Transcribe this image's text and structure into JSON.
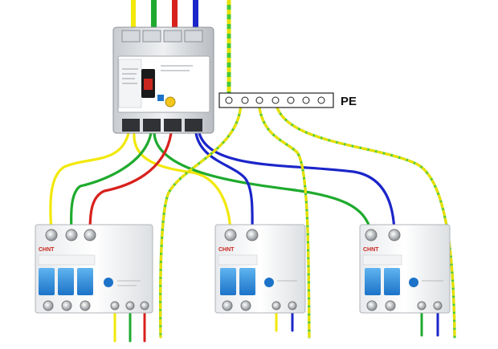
{
  "diagram": {
    "pe_bar_label": "PE",
    "brand_text": "CHNT",
    "wire_colors": {
      "yellow": "#f2e80a",
      "green": "#1faa2e",
      "red": "#d8211c",
      "blue": "#1b25c9",
      "pe_dash": "#e8e000",
      "pe_base": "#48c83a"
    },
    "main_breaker": {
      "name": "main-breaker",
      "poles": 4
    },
    "rcd_units": [
      {
        "name": "rcd-three-pole",
        "poles": 3,
        "neutral": false
      },
      {
        "name": "rcd-two-pole-middle",
        "poles": 2,
        "neutral": true
      },
      {
        "name": "rcd-two-pole-right",
        "poles": 2,
        "neutral": true
      }
    ],
    "pe_bar_terminals": 7
  }
}
